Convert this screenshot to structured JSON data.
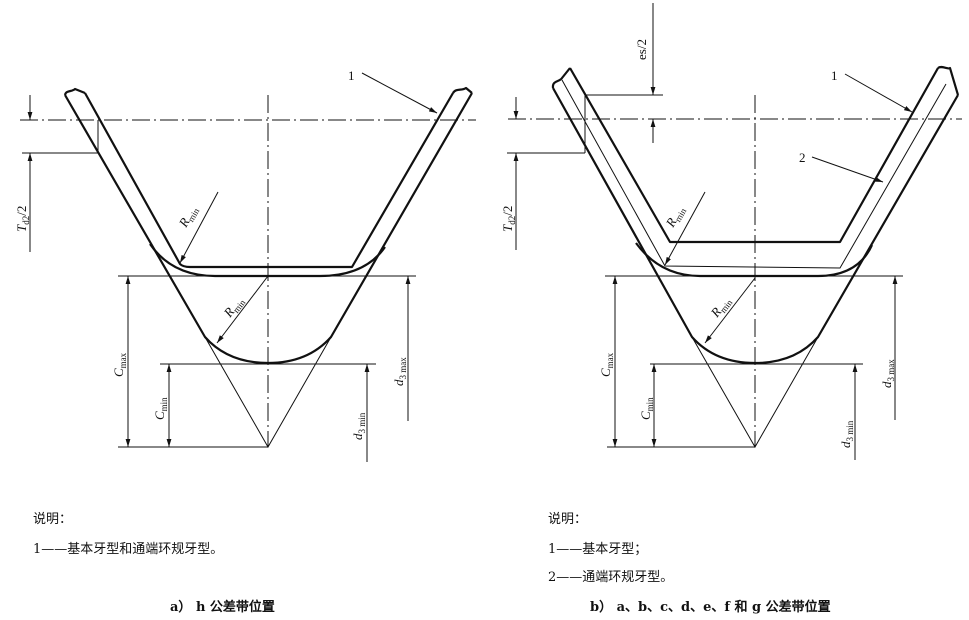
{
  "figure_a": {
    "callouts": [
      "1"
    ],
    "labels": {
      "td2": {
        "main": "T",
        "sub": "d2",
        "rest": "/2"
      },
      "rmin_upper": {
        "main": "R",
        "sub": "min"
      },
      "rmin_lower": {
        "main": "R",
        "sub": "min"
      },
      "cmax": {
        "main": "C",
        "sub": "max"
      },
      "cmin": {
        "main": "C",
        "sub": "min"
      },
      "d3max": {
        "main": "d",
        "sub": "3 max"
      },
      "d3min": {
        "main": "d",
        "sub": "3 min"
      }
    },
    "legend_title": "说明：",
    "legend_items": [
      "1——基本牙型和通端环规牙型。"
    ],
    "caption": "a）  h 公差带位置"
  },
  "figure_b": {
    "callouts": [
      "1",
      "2"
    ],
    "labels": {
      "es": "es/2",
      "td2": {
        "main": "T",
        "sub": "d2",
        "rest": "/2"
      },
      "rmin_upper": {
        "main": "R",
        "sub": "min"
      },
      "rmin_lower": {
        "main": "R",
        "sub": "min"
      },
      "cmax": {
        "main": "C",
        "sub": "max"
      },
      "cmin": {
        "main": "C",
        "sub": "min"
      },
      "d3max": {
        "main": "d",
        "sub": "3 max"
      },
      "d3min": {
        "main": "d",
        "sub": "3 min"
      }
    },
    "legend_title": "说明：",
    "legend_items": [
      "1——基本牙型；",
      "2——通端环规牙型。"
    ],
    "caption": "b）  a、b、c、d、e、f 和 g 公差带位置"
  }
}
